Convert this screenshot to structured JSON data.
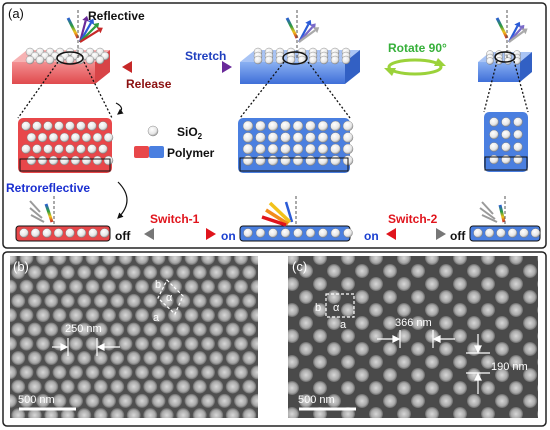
{
  "panel_a": {
    "label": "(a)",
    "reflective": "Reflective",
    "stretch": "Stretch",
    "release": "Release",
    "rotate": "Rotate 90°",
    "legend_sio2": "SiO",
    "legend_sio2_sub": "2",
    "legend_polymer": "Polymer",
    "retroreflective": "Retroreflective",
    "switch1": "Switch-1",
    "switch2": "Switch-2",
    "off_left": "off",
    "on_left": "on",
    "on_right": "on",
    "off_right": "off"
  },
  "panel_b": {
    "label": "(b)",
    "spacing": "250 nm",
    "scale_bar": "500 nm",
    "lattice_a": "a",
    "lattice_b": "b",
    "lattice_alpha": "α"
  },
  "panel_c": {
    "label": "(c)",
    "spacing_h": "366 nm",
    "spacing_v": "190 nm",
    "scale_bar": "500 nm",
    "lattice_a": "a",
    "lattice_b": "b",
    "lattice_alpha": "α"
  },
  "colors": {
    "red_polymer": "#e8474a",
    "blue_polymer": "#4a7fe0",
    "stretch_text": "#1f3fbf",
    "release_text": "#8b1010",
    "rotate_text": "#36b03a",
    "switch_text": "#e0141c",
    "retro_text": "#1a2fd0",
    "on_text": "#1a3fd0"
  }
}
